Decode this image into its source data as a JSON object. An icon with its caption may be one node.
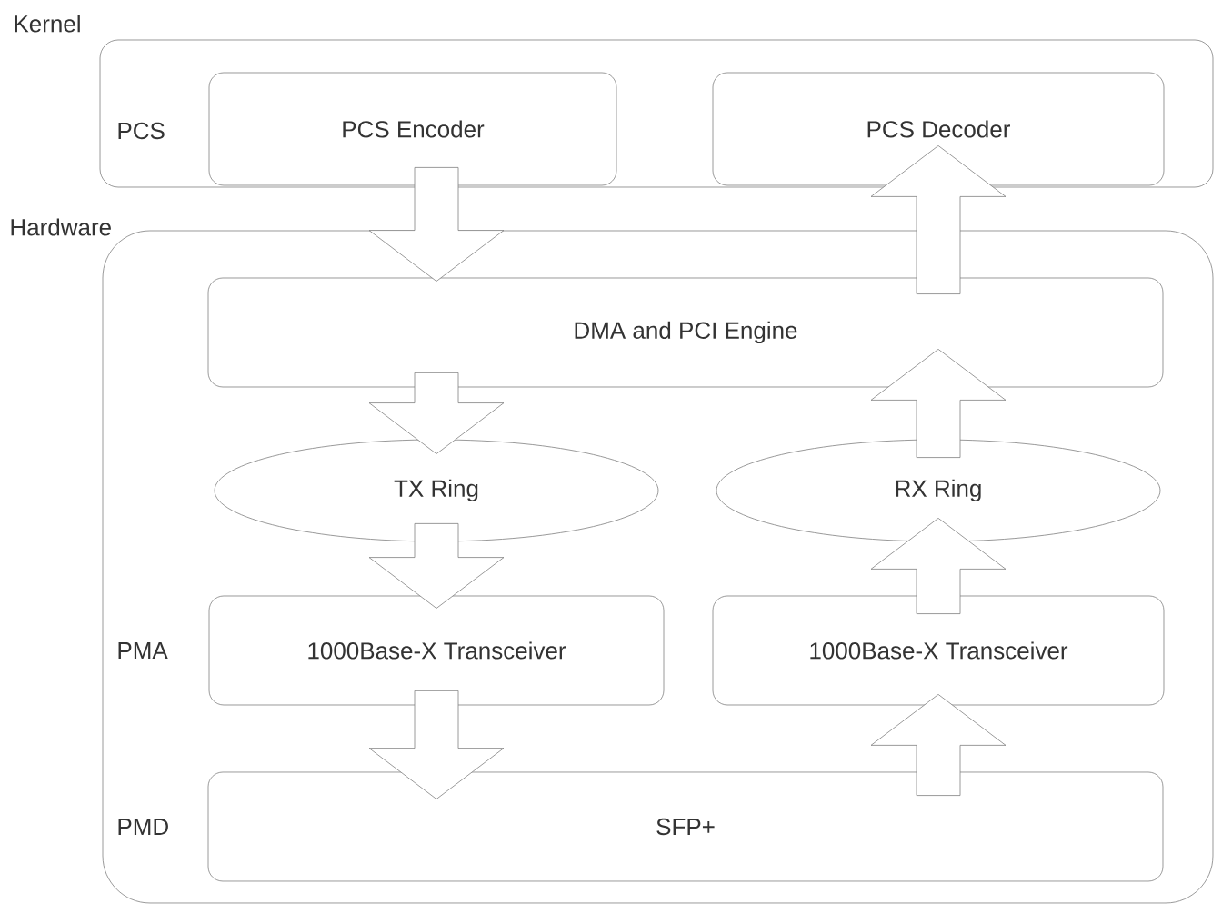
{
  "diagram": {
    "nodes": [
      {
        "text": [
          "Kernel"
        ]
      },
      {
        "text": [
          "PCS Encoder"
        ],
        "in": 0
      },
      {
        "text": [
          "PCS Decoder"
        ],
        "in": 0
      },
      {
        "text": [
          "Hardware"
        ]
      },
      {
        "text": [
          "DMA and PCI Engine"
        ],
        "in": 3
      },
      {
        "text": [
          "TX Ring"
        ],
        "in": 3
      },
      {
        "text": [
          "RX Ring"
        ],
        "in": 3
      },
      {
        "text": [
          "1000Base-X Transceiver"
        ],
        "in": 3
      },
      {
        "text": [
          "1000Base-X Transceiver"
        ],
        "in": 3
      },
      {
        "text": [
          "SFP+"
        ],
        "in": 3
      }
    ],
    "edges": [
      {
        "from": 1,
        "to": 4,
        "arrow": "to"
      },
      {
        "from": 4,
        "to": 5,
        "arrow": "to"
      },
      {
        "from": 5,
        "to": 7,
        "arrow": "to"
      },
      {
        "from": 7,
        "to": 9,
        "arrow": "to"
      },
      {
        "from": 9,
        "to": 8,
        "arrow": "to"
      },
      {
        "from": 8,
        "to": 6,
        "arrow": "to"
      },
      {
        "from": 6,
        "to": 4,
        "arrow": "to"
      },
      {
        "from": 4,
        "to": 2,
        "arrow": "to"
      }
    ],
    "labels": [
      "PCS",
      "PMA",
      "PMD"
    ]
  }
}
